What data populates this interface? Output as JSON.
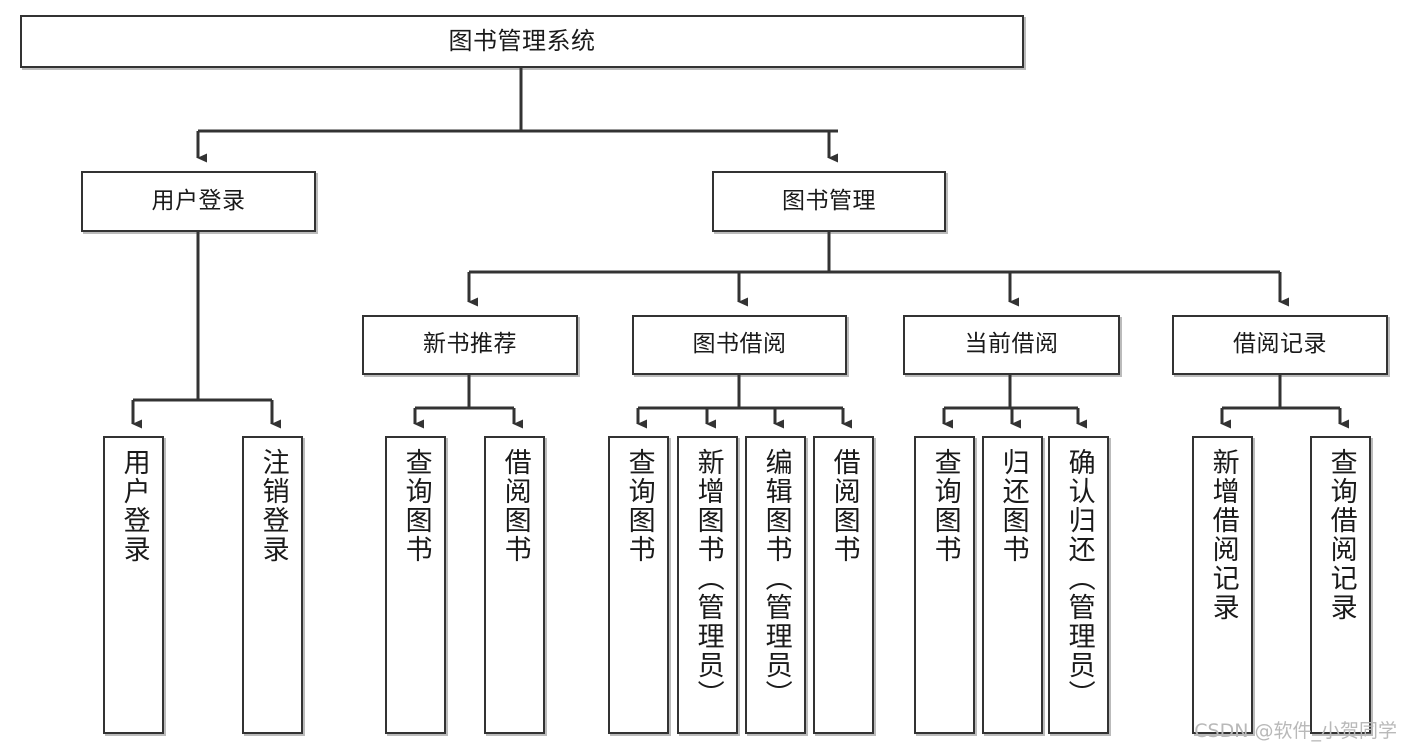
{
  "diagram": {
    "type": "tree",
    "title": "图书管理系统",
    "watermark": "CSDN @软件_小贺同学",
    "colors": {
      "node_border": "#333333",
      "node_fill": "#ffffff",
      "edge": "#333333",
      "text": "#1a1a1a",
      "watermark": "#b9b9b9",
      "background": "#ffffff"
    },
    "nodes": {
      "root": {
        "label": "图书管理系统"
      },
      "level2": [
        {
          "id": "user-login",
          "label": "用户登录"
        },
        {
          "id": "book-manage",
          "label": "图书管理"
        }
      ],
      "level3": [
        {
          "id": "new-book-recommend",
          "label": "新书推荐"
        },
        {
          "id": "book-borrow",
          "label": "图书借阅"
        },
        {
          "id": "current-borrow",
          "label": "当前借阅"
        },
        {
          "id": "borrow-record",
          "label": "借阅记录"
        }
      ],
      "leaves": {
        "user_login": [
          {
            "id": "leaf-user-login",
            "label": "用户登录"
          },
          {
            "id": "leaf-user-logout",
            "label": "注销登录"
          }
        ],
        "new_book_recommend": [
          {
            "id": "leaf-query-book-1",
            "label": "查询图书"
          },
          {
            "id": "leaf-borrow-book-1",
            "label": "借阅图书"
          }
        ],
        "book_borrow": [
          {
            "id": "leaf-query-book-2",
            "label": "查询图书"
          },
          {
            "id": "leaf-add-book",
            "label": "新增图书（管理员）"
          },
          {
            "id": "leaf-edit-book",
            "label": "编辑图书（管理员）"
          },
          {
            "id": "leaf-borrow-book-2",
            "label": "借阅图书"
          }
        ],
        "current_borrow": [
          {
            "id": "leaf-query-book-3",
            "label": "查询图书"
          },
          {
            "id": "leaf-return-book",
            "label": "归还图书"
          },
          {
            "id": "leaf-confirm-return",
            "label": "确认归还（管理员）"
          }
        ],
        "borrow_record": [
          {
            "id": "leaf-add-record",
            "label": "新增借阅记录"
          },
          {
            "id": "leaf-query-record",
            "label": "查询借阅记录"
          }
        ]
      }
    }
  }
}
